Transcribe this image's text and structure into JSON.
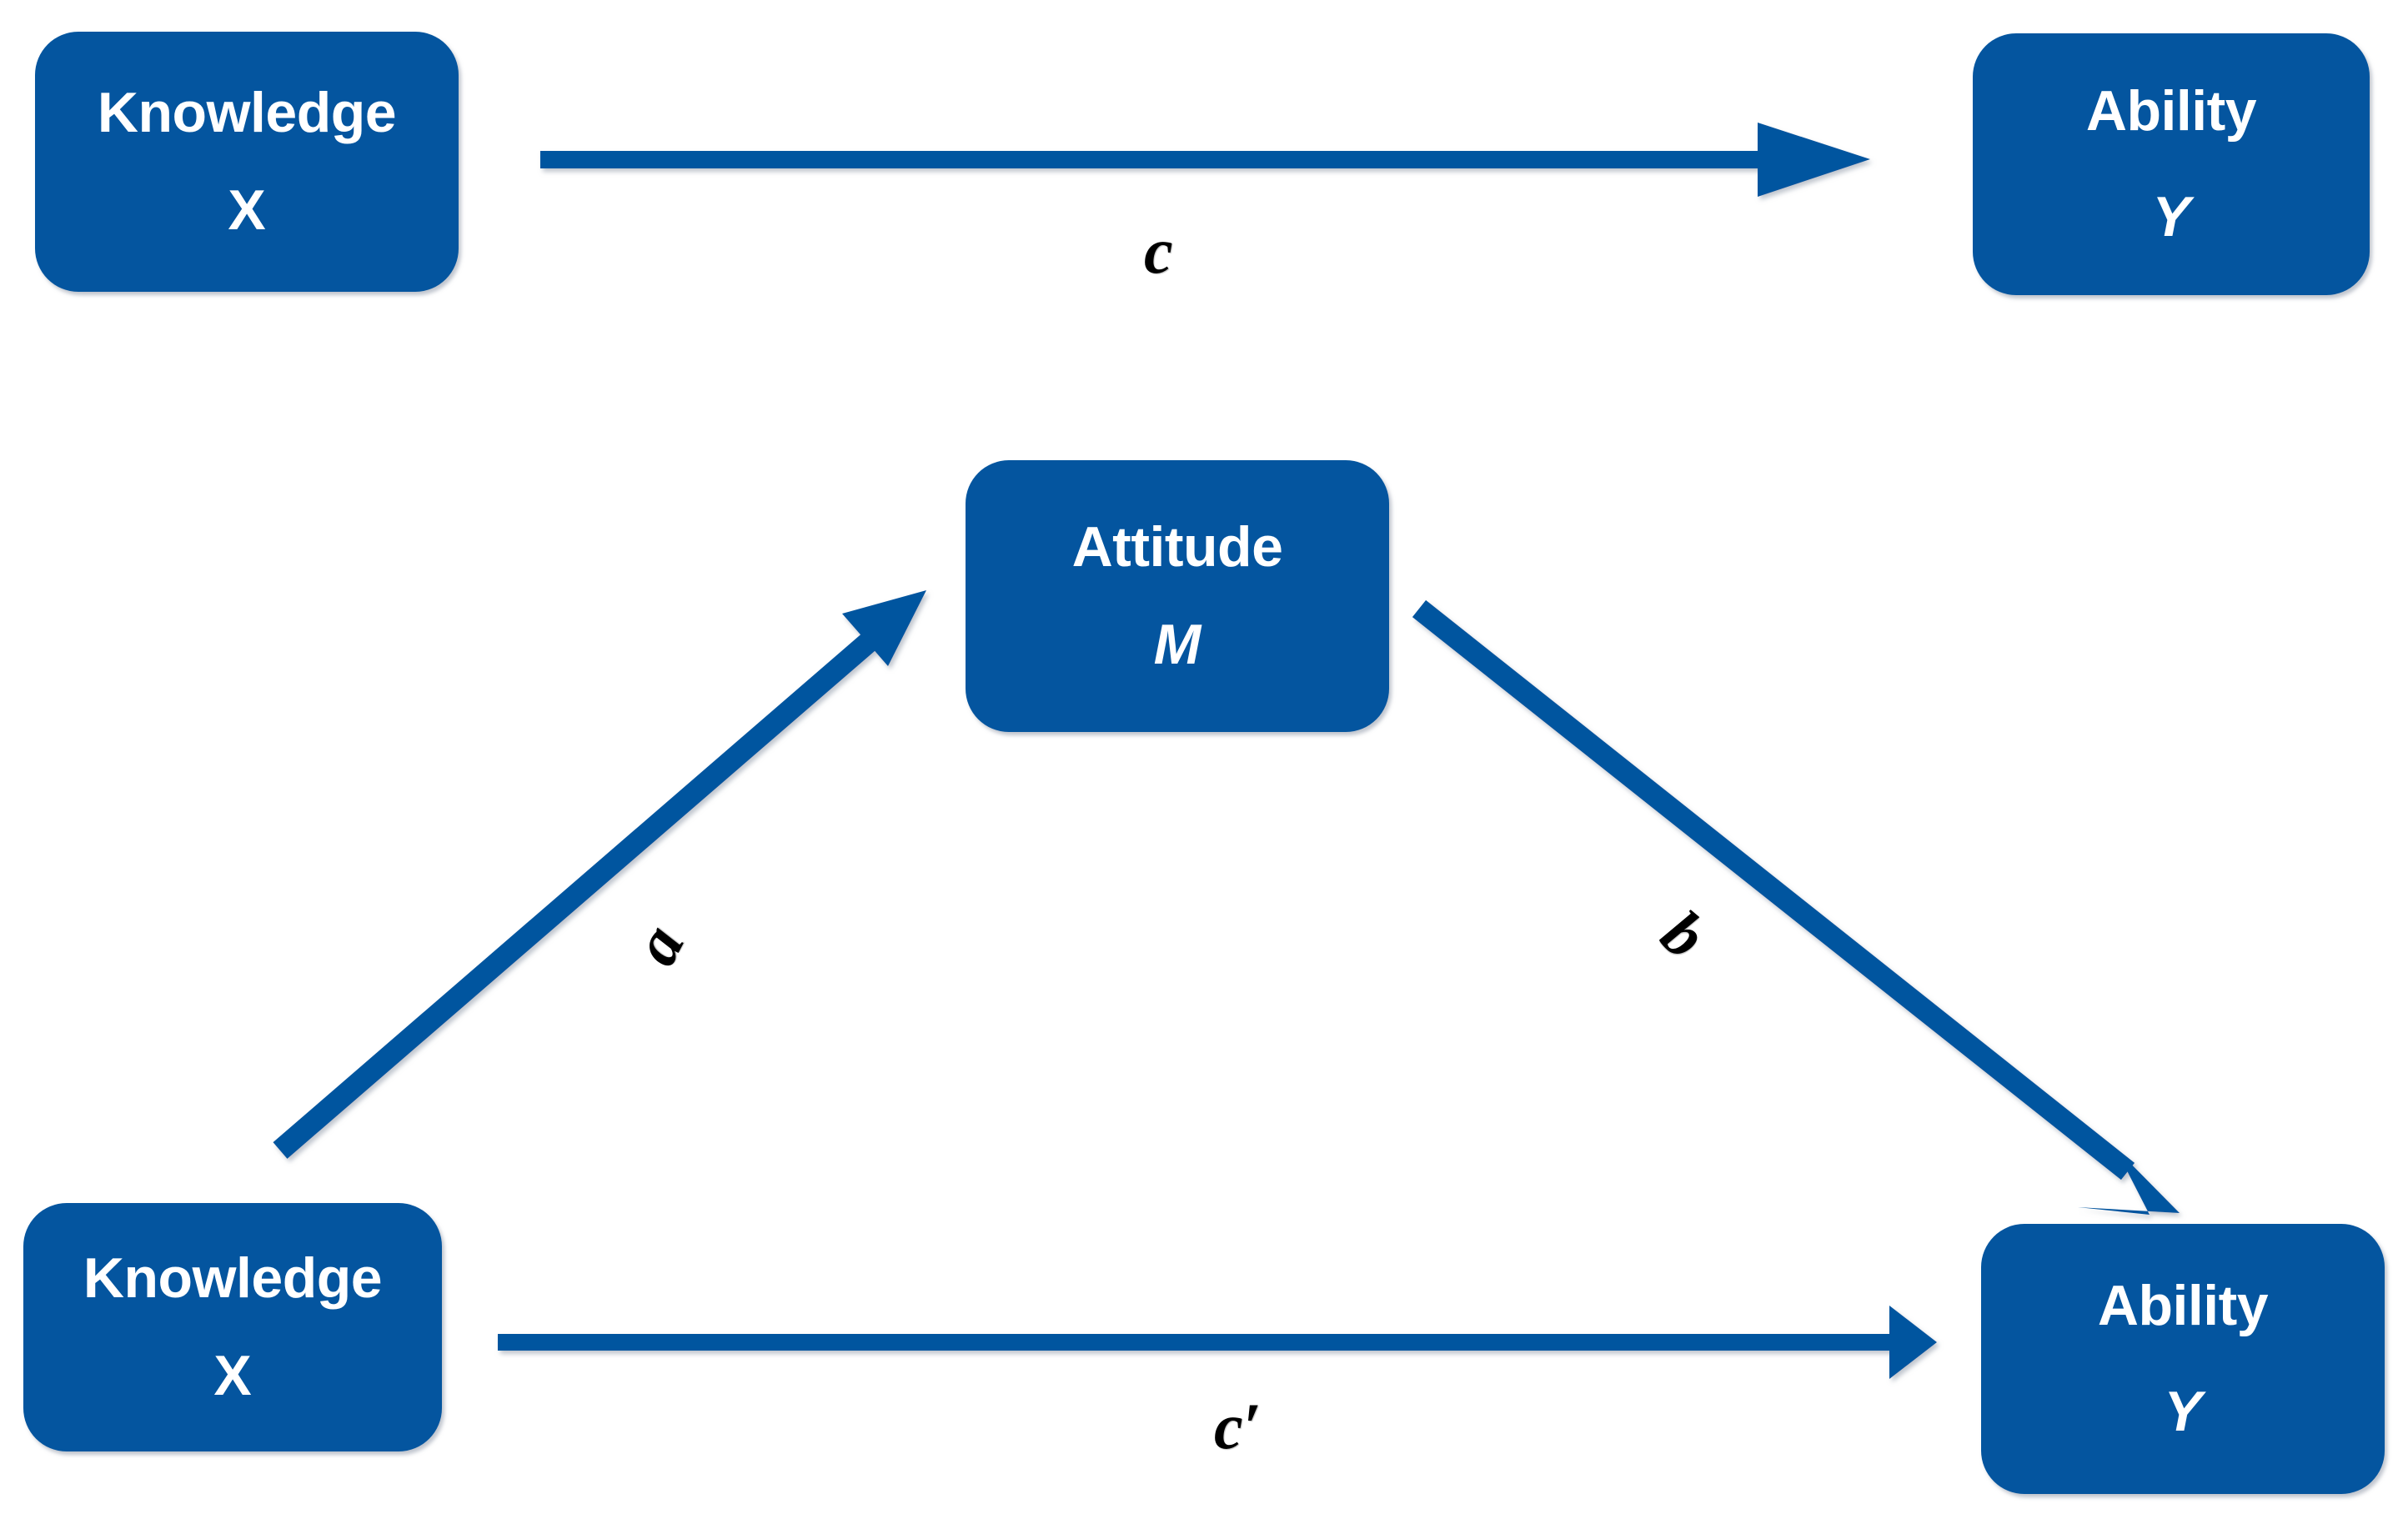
{
  "diagram": {
    "type": "mediation-model",
    "background_color": "#FFFFFF",
    "node_color": "#04559F",
    "node_text_color": "#FFFFFF",
    "arrow_color": "#04559F",
    "label_color": "#000000",
    "panels": [
      {
        "name": "total-effect-model",
        "description": "Direct path from Knowledge to Ability"
      },
      {
        "name": "mediation-model",
        "description": "Knowledge to Ability mediated by Attitude"
      }
    ]
  },
  "nodes": {
    "knowledge_top": {
      "title": "Knowledge",
      "variable": "X",
      "variable_italic": false
    },
    "ability_top": {
      "title": "Ability",
      "variable": "Y",
      "variable_italic": true
    },
    "attitude": {
      "title": "Attitude",
      "variable": "M",
      "variable_italic": true
    },
    "knowledge_bottom": {
      "title": "Knowledge",
      "variable": "X",
      "variable_italic": false
    },
    "ability_bottom": {
      "title": "Ability",
      "variable": "Y",
      "variable_italic": true
    }
  },
  "paths": [
    {
      "id": "c",
      "label": "c",
      "from": "knowledge_top",
      "to": "ability_top",
      "direction": "horizontal-right"
    },
    {
      "id": "a",
      "label": "a",
      "from": "knowledge_bottom",
      "to": "attitude",
      "direction": "diagonal-up-right"
    },
    {
      "id": "b",
      "label": "b",
      "from": "attitude",
      "to": "ability_bottom",
      "direction": "diagonal-down-right"
    },
    {
      "id": "c-prime",
      "label": "c′",
      "from": "knowledge_bottom",
      "to": "ability_bottom",
      "direction": "horizontal-right"
    }
  ],
  "labels": {
    "c": "c",
    "a": "a",
    "b": "b",
    "c_prime": "c′"
  },
  "icons": {
    "arrow_right": "arrow-right-icon",
    "arrow_diagonal_up": "arrow-diagonal-up-icon",
    "arrow_diagonal_down": "arrow-diagonal-down-icon"
  }
}
